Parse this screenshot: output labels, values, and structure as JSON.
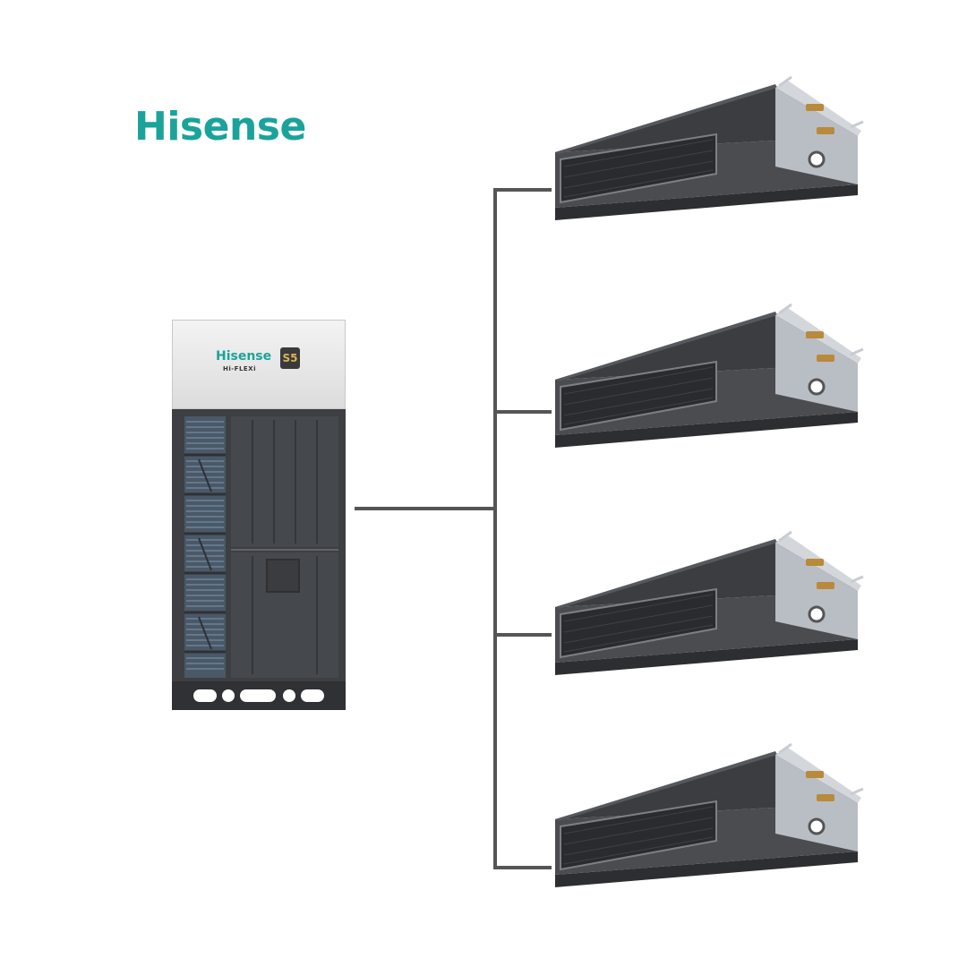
{
  "brand": {
    "logo_text": "Hisense",
    "color": "#1aa39a"
  },
  "outdoor_unit": {
    "brand_text": "Hisense",
    "model_text": "Hi-FLEXi",
    "badge_text": "S5"
  },
  "indoor_units": [
    {
      "index": 1
    },
    {
      "index": 2
    },
    {
      "index": 3
    },
    {
      "index": 4
    }
  ],
  "colors": {
    "pipe": "#555555",
    "unit_dark": "#3d3f42",
    "unit_steel": "#b9bec4"
  }
}
